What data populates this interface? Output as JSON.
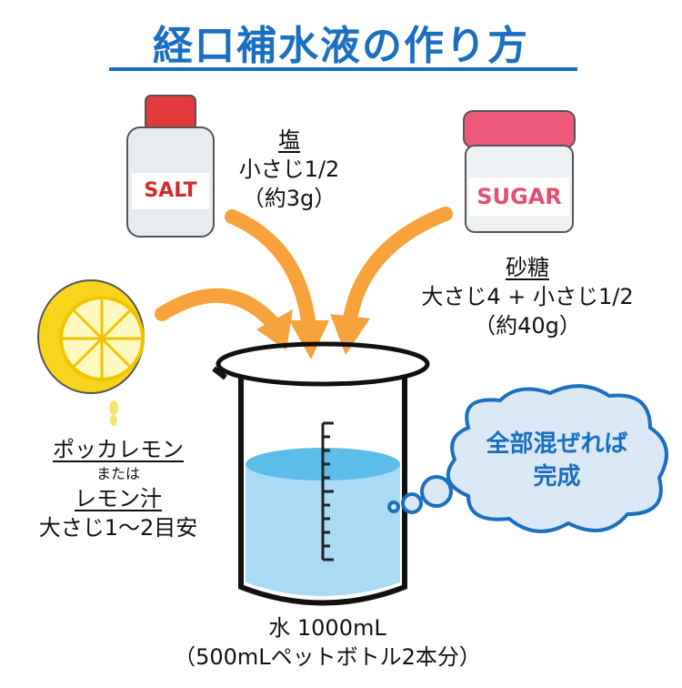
{
  "title": "経口補水液の作り方",
  "salt": {
    "label": "SALT",
    "name": "塩",
    "amount": "小さじ1/2",
    "grams": "（約3g）"
  },
  "sugar": {
    "label": "SUGAR",
    "name": "砂糖",
    "amount": "大さじ4 + 小さじ1/2",
    "grams": "（約40g）"
  },
  "lemon": {
    "name1": "ポッカレモン",
    "or": "または",
    "name2": "レモン汁",
    "amount": "大さじ1～2目安"
  },
  "water": {
    "amount": "水 1000mL",
    "note": "（500mLペットボトル2本分）"
  },
  "thought": {
    "line1": "全部混ぜれば",
    "line2": "完成"
  },
  "colors": {
    "title": "#1a6fc0",
    "arrow": "#f7a23a",
    "water": "#5bbde8",
    "cloud": "#dbe9f6"
  }
}
